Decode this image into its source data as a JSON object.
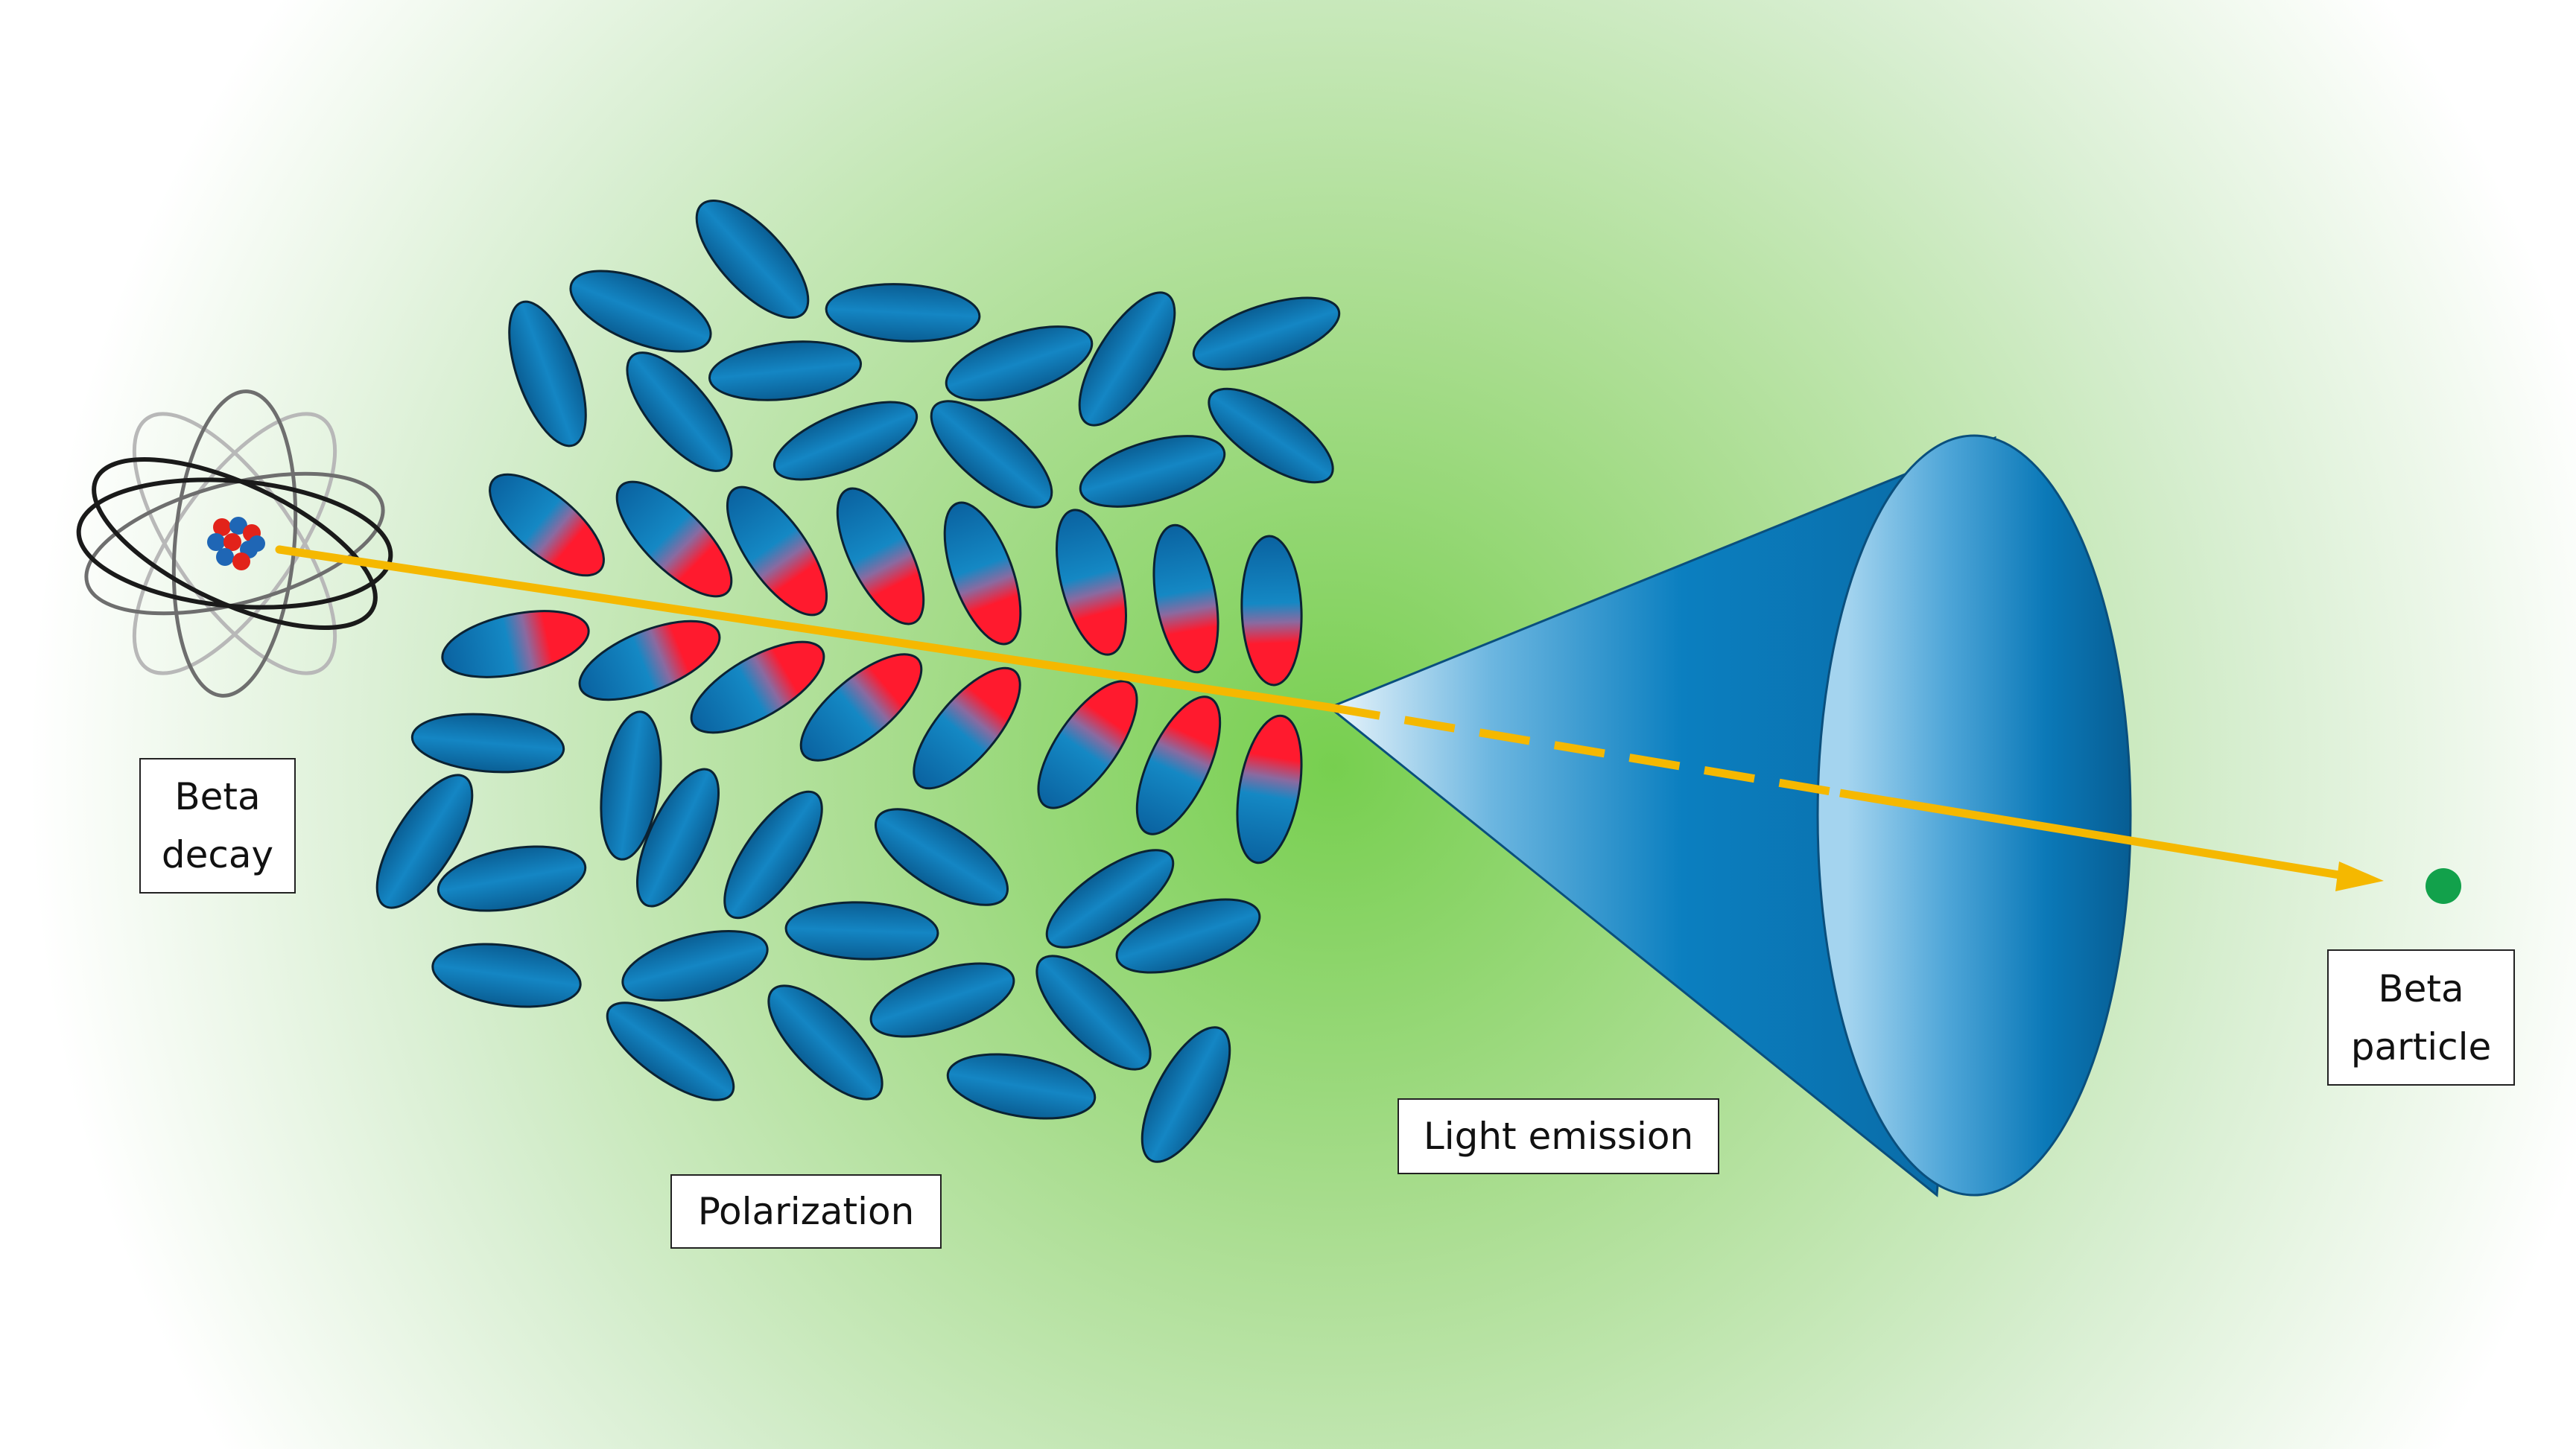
{
  "labels": {
    "beta_decay": [
      "Beta",
      "decay"
    ],
    "polarization": "Polarization",
    "light_emission": "Light emission",
    "beta_particle": [
      "Beta",
      "particle"
    ]
  },
  "colors": {
    "background_center": "#77cf4f",
    "background_edge": "#ffffff",
    "molecule": "#0b6ea3",
    "molecule_outline": "#0b2233",
    "polarized_end": "#ff1a2e",
    "track": "#f5b800",
    "cone": "#0779b8",
    "particle": "#12a14b",
    "nucleus_proton": "#e2231a",
    "nucleus_neutron": "#1f66b5"
  },
  "icons": {
    "atom": "atom-icon",
    "particle": "particle-dot-icon",
    "cone": "cherenkov-cone-icon"
  }
}
